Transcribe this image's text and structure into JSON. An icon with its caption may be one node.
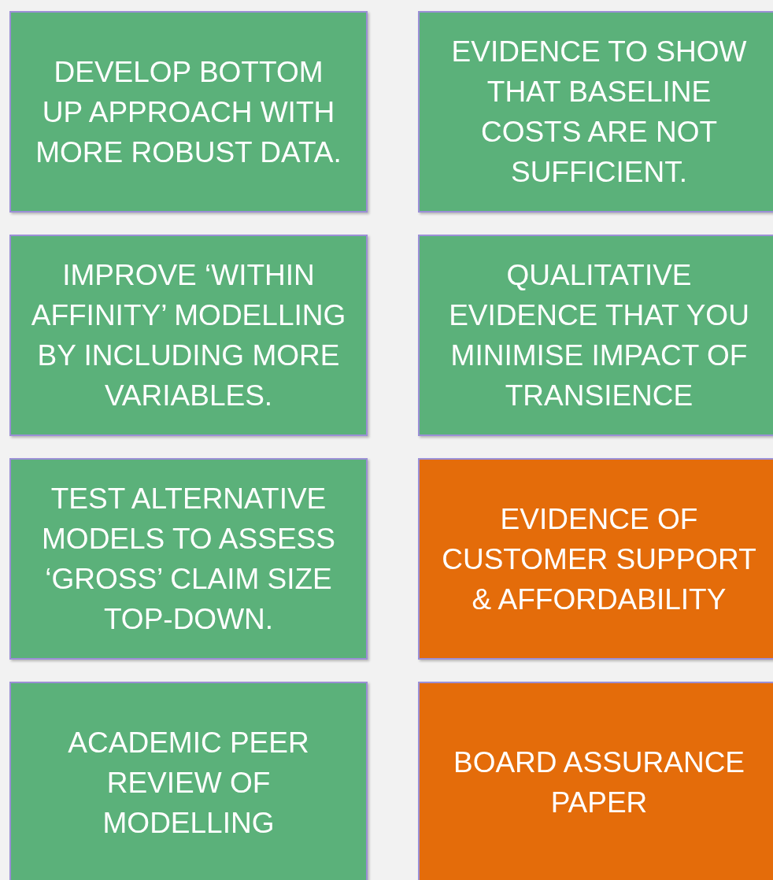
{
  "diagram": {
    "nodes": [
      {
        "text": [
          "DEVELOP BOTTOM UP APPROACH WITH MORE ROBUST DATA."
        ]
      },
      {
        "text": [
          "EVIDENCE TO SHOW THAT BASELINE COSTS ARE NOT SUFFICIENT."
        ]
      },
      {
        "text": [
          "IMPROVE ‘WITHIN AFFINITY’ MODELLING BY INCLUDING MORE VARIABLES."
        ]
      },
      {
        "text": [
          "QUALITATIVE EVIDENCE THAT YOU MINIMISE IMPACT OF TRANSIENCE"
        ]
      },
      {
        "text": [
          "TEST ALTERNATIVE MODELS TO ASSESS ‘GROSS’ CLAIM SIZE TOP-DOWN."
        ]
      },
      {
        "text": [
          "EVIDENCE OF CUSTOMER SUPPORT & AFFORDABILITY"
        ]
      },
      {
        "text": [
          "ACADEMIC PEER REVIEW OF MODELLING"
        ]
      },
      {
        "text": [
          "BOARD ASSURANCE PAPER"
        ]
      }
    ]
  }
}
